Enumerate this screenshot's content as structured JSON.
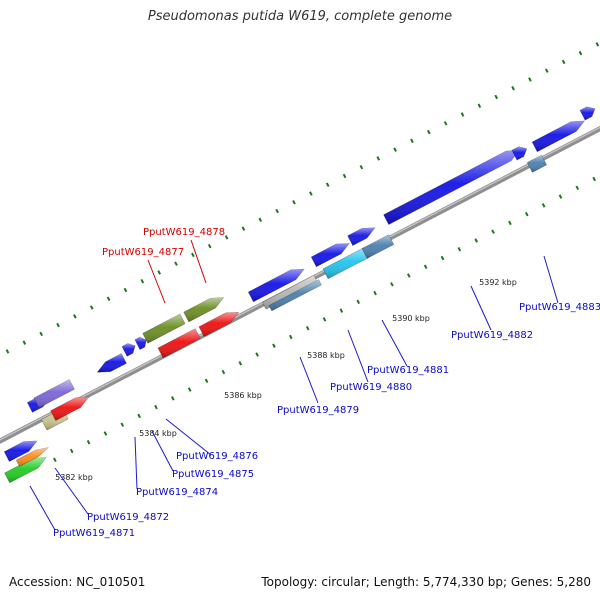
{
  "title": "Pseudomonas putida W619, complete genome",
  "footer": {
    "accession": "Accession: NC_010501",
    "stats": "Topology: circular; Length: 5,774,330 bp; Genes: 5,280"
  },
  "colors": {
    "backbone": "#8f8f8f",
    "tick_marks": "#1a7a1a",
    "label_blue": "#0a0ac8",
    "label_red": "#d40000",
    "leader_blue": "#1a1ad4",
    "leader_red": "#d40000"
  },
  "scale_labels": [
    "5382 kbp",
    "5384 kbp",
    "5386 kbp",
    "5388 kbp",
    "5390 kbp",
    "5392 kbp"
  ],
  "gene_labels": [
    {
      "text": "PputW619_4871",
      "color": "blue"
    },
    {
      "text": "PputW619_4872",
      "color": "blue"
    },
    {
      "text": "PputW619_4874",
      "color": "blue"
    },
    {
      "text": "PputW619_4875",
      "color": "blue"
    },
    {
      "text": "PputW619_4876",
      "color": "blue"
    },
    {
      "text": "PputW619_4877",
      "color": "red"
    },
    {
      "text": "PputW619_4878",
      "color": "red"
    },
    {
      "text": "PputW619_4879",
      "color": "blue"
    },
    {
      "text": "PputW619_4880",
      "color": "blue"
    },
    {
      "text": "PputW619_4881",
      "color": "blue"
    },
    {
      "text": "PputW619_4882",
      "color": "blue"
    },
    {
      "text": "PputW619_4883",
      "color": "blue"
    }
  ],
  "features": [
    {
      "name": "blue-feature-left-edge",
      "color": "#1414e6"
    },
    {
      "name": "green-feature-left-edge",
      "color": "#22cc22"
    },
    {
      "name": "orange-feature",
      "color": "#ff8c1a"
    },
    {
      "name": "blue-small-feature",
      "color": "#1414e6"
    },
    {
      "name": "khaki-feature",
      "color": "#c9c38a"
    },
    {
      "name": "purple-feature",
      "color": "#7a66d9"
    },
    {
      "name": "red-feature",
      "color": "#ee1111"
    },
    {
      "name": "blue-feature-4874",
      "color": "#1414e6"
    },
    {
      "name": "blue-feature-4875",
      "color": "#1414e6"
    },
    {
      "name": "blue-feature-4876",
      "color": "#1414e6"
    },
    {
      "name": "olive-feature-upper",
      "color": "#6b8e23"
    },
    {
      "name": "olive-feature-lower",
      "color": "#6b8e23"
    },
    {
      "name": "red-feature-4877",
      "color": "#ee1111"
    },
    {
      "name": "red-feature-4878",
      "color": "#ee1111"
    },
    {
      "name": "blue-feature-4879-upper",
      "color": "#1414e6"
    },
    {
      "name": "grey-feature-4879",
      "color": "#b5b5b5"
    },
    {
      "name": "steelblue-feature-4879",
      "color": "#4a7fb0"
    },
    {
      "name": "blue-feature-4880-upper",
      "color": "#1414e6"
    },
    {
      "name": "cyan-feature-4880",
      "color": "#22c4ee"
    },
    {
      "name": "blue-feature-4881-upper",
      "color": "#1414e6"
    },
    {
      "name": "steelblue-feature-4881",
      "color": "#4a7fb0"
    },
    {
      "name": "blue-feature-4882",
      "color": "#1414e6"
    },
    {
      "name": "blue-feature-small-right",
      "color": "#1414e6"
    },
    {
      "name": "blue-feature-4883-long",
      "color": "#1414e6"
    },
    {
      "name": "steelblue-feature-4883",
      "color": "#4a7fb0"
    },
    {
      "name": "blue-feature-right-edge",
      "color": "#1414e6"
    }
  ]
}
